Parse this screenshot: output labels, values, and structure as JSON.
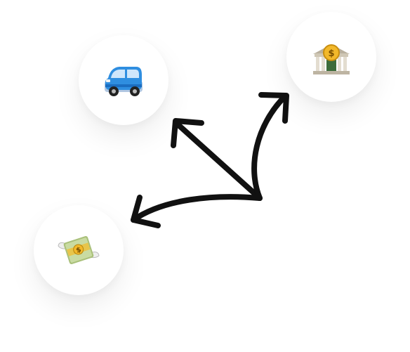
{
  "nodes": [
    {
      "id": "car",
      "icon": "car-icon"
    },
    {
      "id": "bank",
      "icon": "bank-icon"
    },
    {
      "id": "money",
      "icon": "money-with-wings-icon"
    }
  ],
  "colors": {
    "background": "#ffffff",
    "arrow": "#111111",
    "car_body": "#2f8ee0",
    "bank_stone": "#d9d2c3",
    "coin": "#f2b82a",
    "bill": "#c9dba2"
  }
}
